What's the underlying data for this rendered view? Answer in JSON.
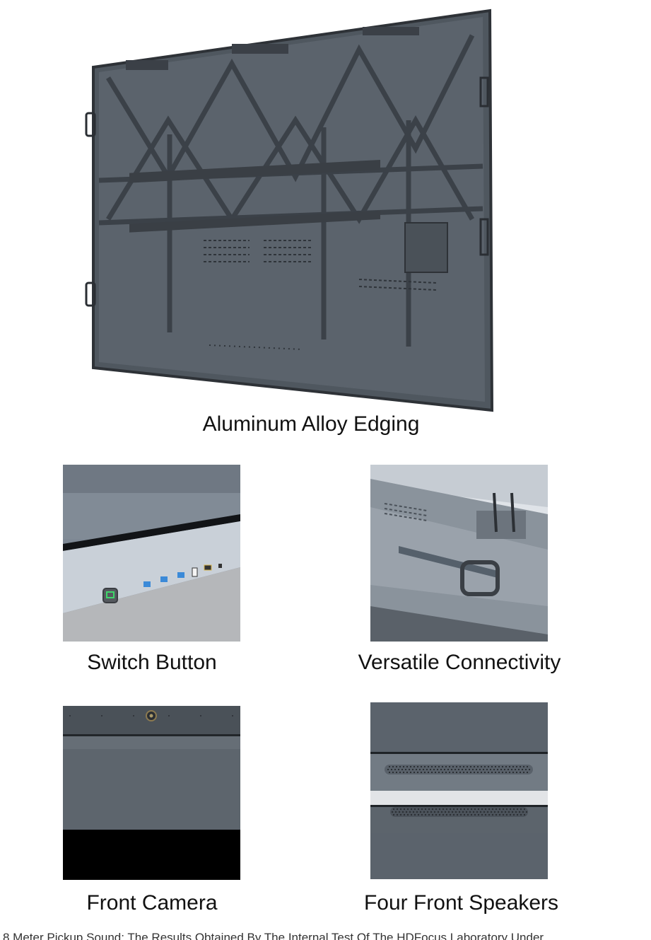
{
  "sections": {
    "main": {
      "caption": "Aluminum Alloy Edging"
    },
    "switch": {
      "caption": "Switch Button"
    },
    "connectivity": {
      "caption": "Versatile Connectivity"
    },
    "camera": {
      "caption": "Front Camera"
    },
    "speakers": {
      "caption": "Four Front Speakers"
    }
  },
  "footer": {
    "text": "8 Meter Pickup Sound: The Results Obtained By The Internal Test Of The HDFocus Laboratory Under"
  },
  "colors": {
    "panel": "#5b636c",
    "panel_dark": "#3f454c",
    "frame": "#2e3237",
    "light_metal": "#c9d0d8"
  }
}
